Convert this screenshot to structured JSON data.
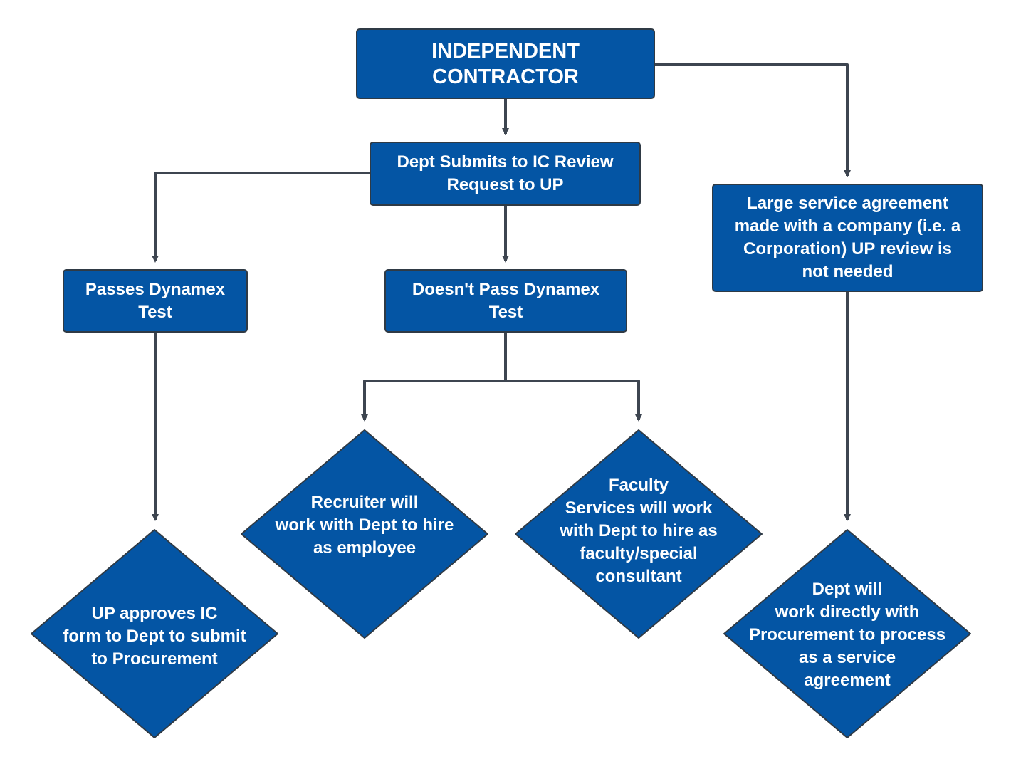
{
  "colors": {
    "fill": "#0455a4",
    "stroke": "#2f3a45",
    "text": "#ffffff",
    "connector": "#3d4550"
  },
  "nodes": {
    "independent_contractor": "INDEPENDENT\nCONTRACTOR",
    "dept_submits": "Dept Submits to IC Review\nRequest to UP",
    "passes_dynamex": "Passes Dynamex\nTest",
    "doesnt_pass_dynamex": "Doesn't Pass Dynamex\nTest",
    "large_service_agreement": "Large service agreement\nmade with a company (i.e. a\nCorporation) UP review is\nnot needed",
    "up_approves": "UP approves IC\nform to Dept to submit\nto Procurement",
    "recruiter": "Recruiter will\nwork with Dept to hire\nas employee",
    "faculty_services": "Faculty\nServices will work\nwith Dept to hire as\nfaculty/special\nconsultant",
    "dept_procurement": "Dept will\nwork directly with\nProcurement to process\nas a service\nagreement"
  }
}
